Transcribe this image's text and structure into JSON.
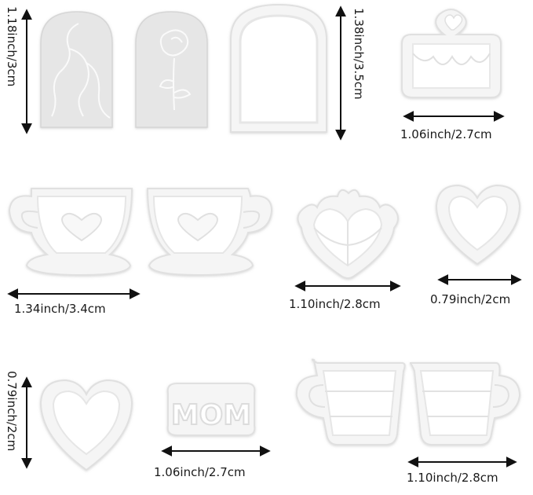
{
  "dimensions": {
    "arch_height": "1.18inch/3cm",
    "tall_arch_height": "1.38inch/3.5cm",
    "cake_width": "1.06inch/2.7cm",
    "teacup_width": "1.34inch/3.4cm",
    "gift_heart_width": "1.10inch/2.8cm",
    "small_heart_width": "0.79inch/2cm",
    "heart_height": "0.79inch/2cm",
    "mom_width": "1.06inch/2.7cm",
    "mug_width": "1.10inch/2.8cm"
  },
  "cutter_text": {
    "mom": "MOM"
  },
  "colors": {
    "cutter_fill": "#f4f4f4",
    "cutter_edge": "#e2e2e2",
    "stamp_fill": "#eaeaea",
    "arrow": "#111111"
  }
}
